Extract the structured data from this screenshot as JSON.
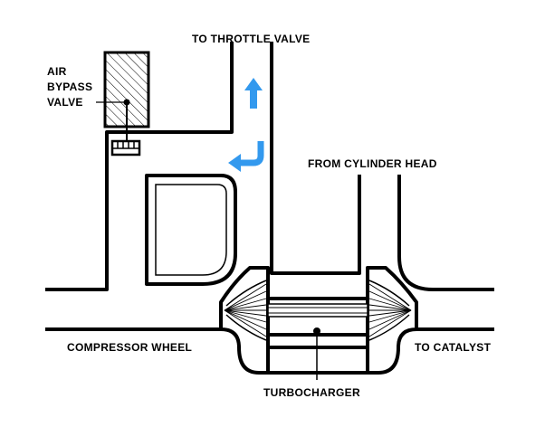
{
  "labels": {
    "air_bypass_line1": "AIR",
    "air_bypass_line2": "BYPASS",
    "air_bypass_line3": "VALVE",
    "to_throttle_valve": "TO THROTTLE VALVE",
    "from_cylinder_head": "FROM CYLINDER HEAD",
    "compressor_wheel": "COMPRESSOR WHEEL",
    "to_catalyst": "TO CATALYST",
    "turbocharger": "TURBOCHARGER"
  },
  "colors": {
    "arrow": "#3399ee",
    "line": "#000000",
    "background": "#ffffff"
  },
  "icons": {
    "up_arrow": "arrow-up-icon",
    "return_arrow": "arrow-turn-left-icon"
  }
}
